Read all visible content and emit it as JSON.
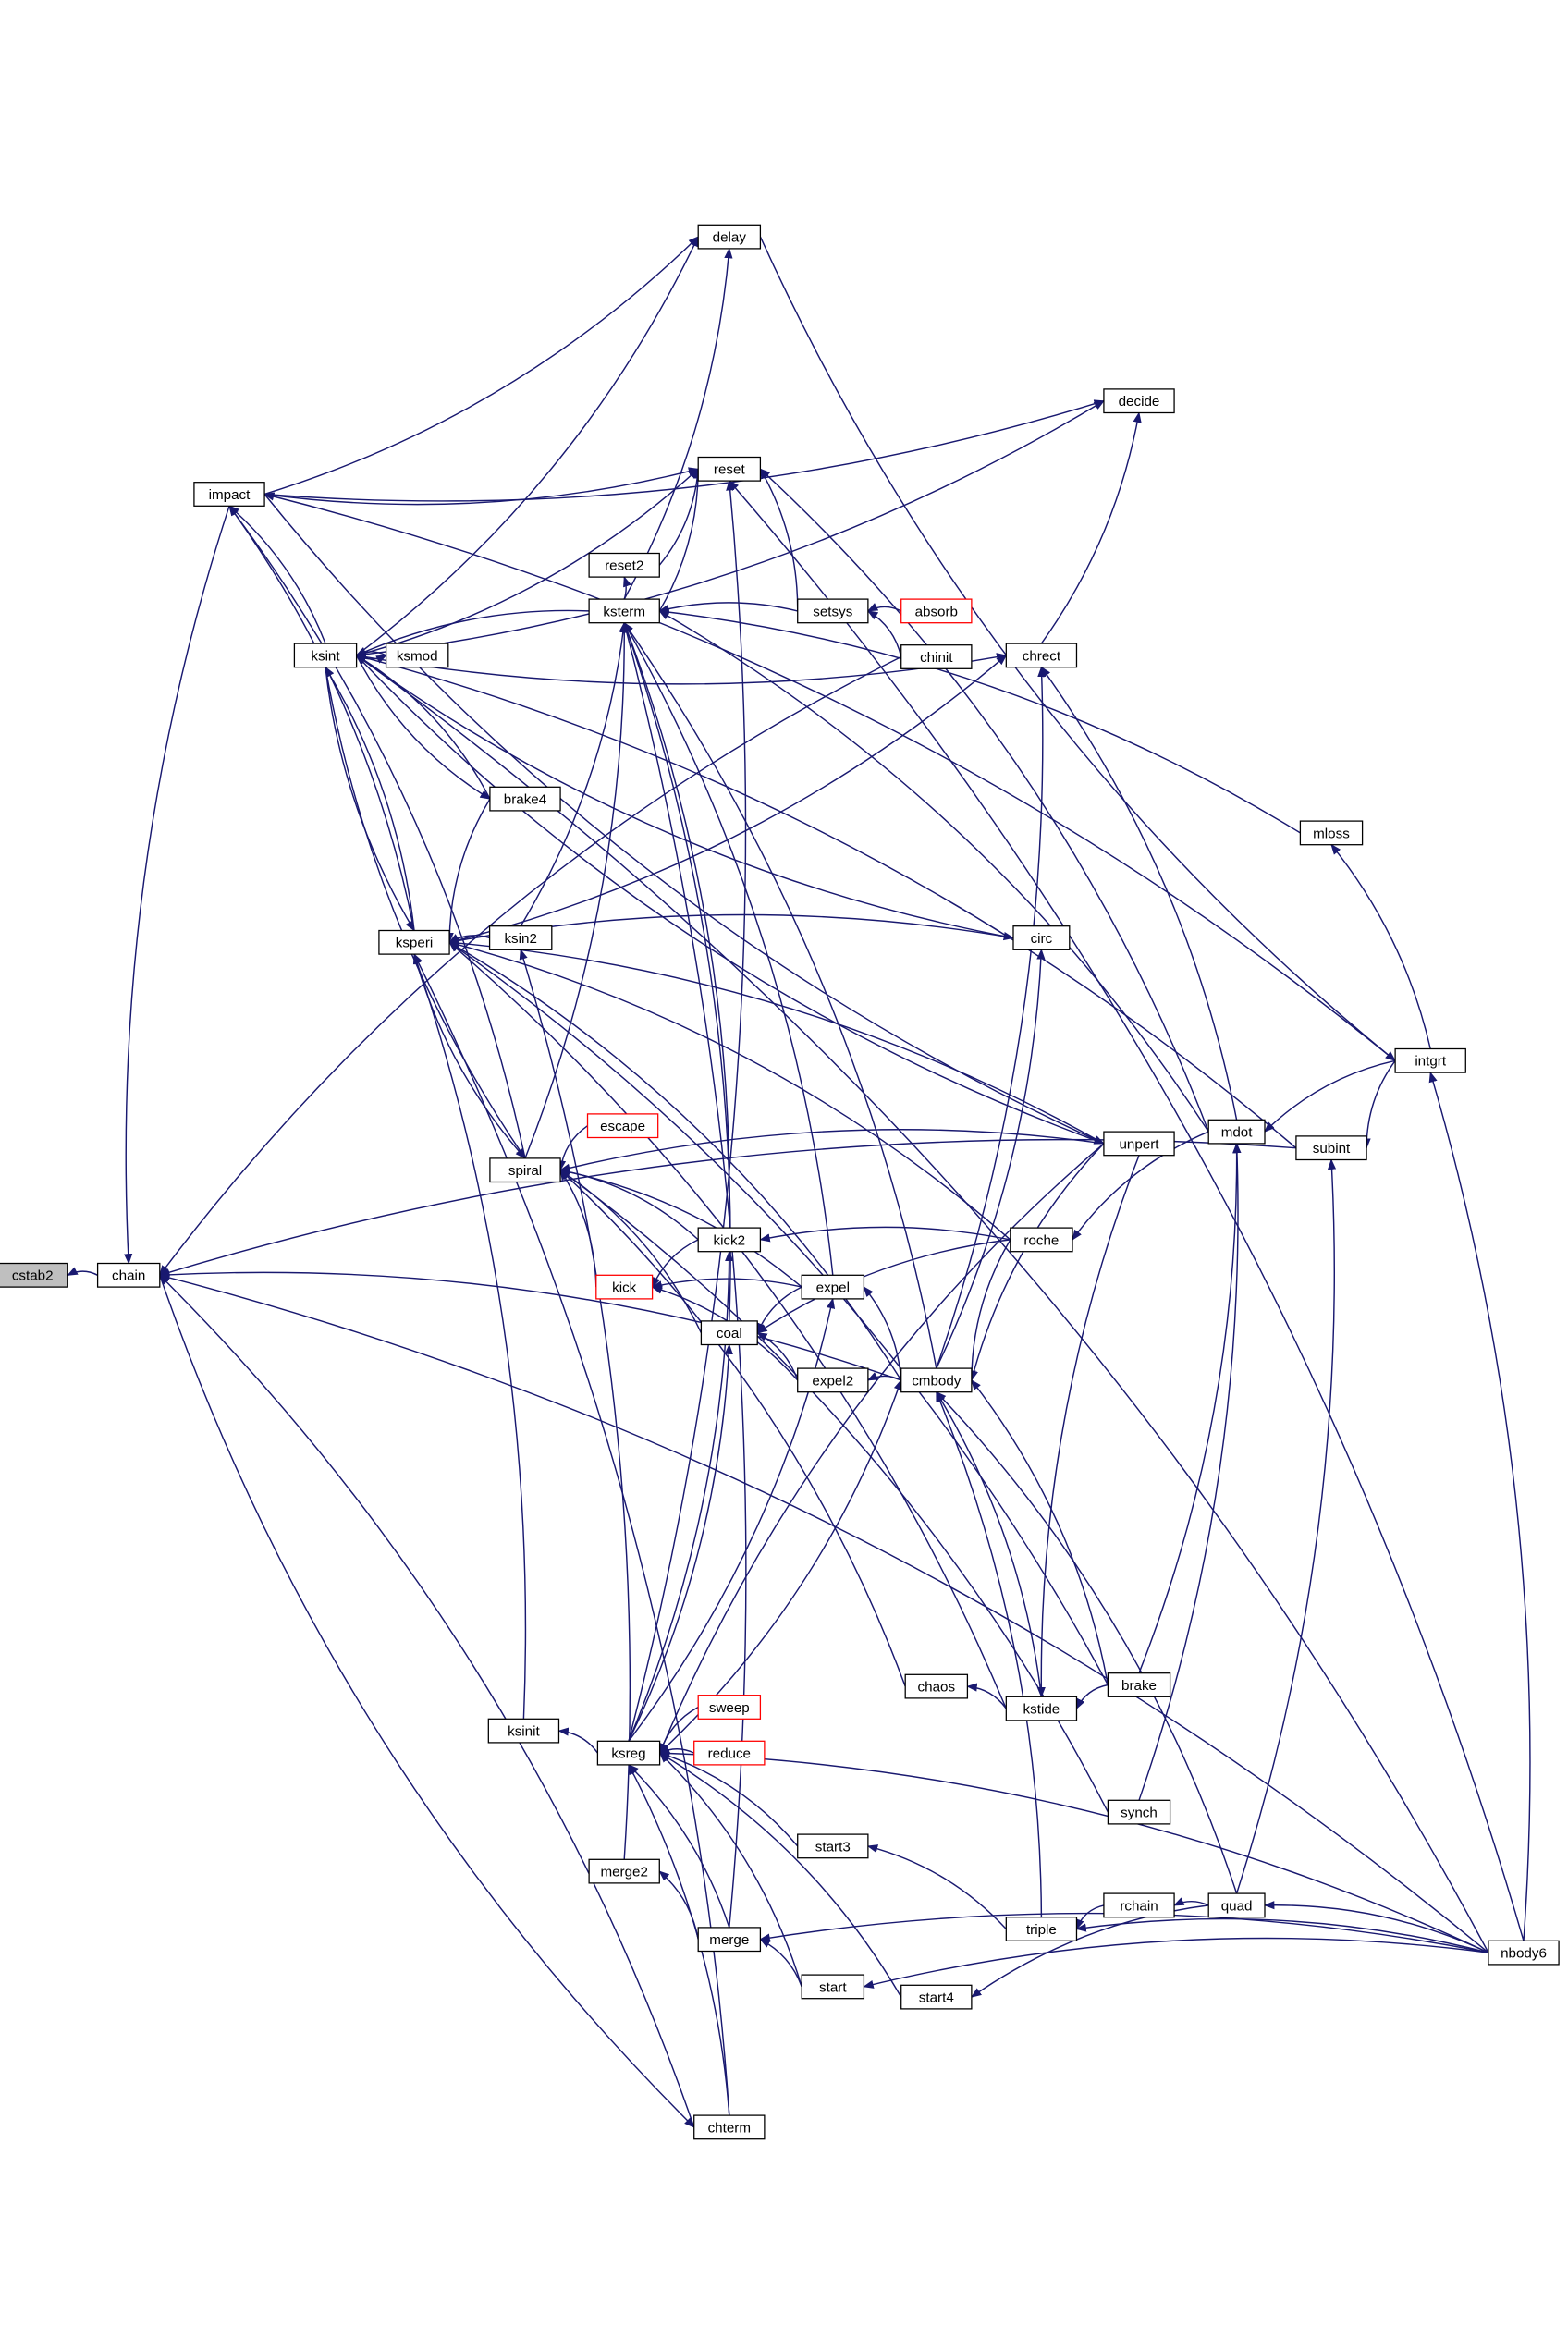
{
  "graph": {
    "colors": {
      "edge": "#191970",
      "node_border": "#000000",
      "root_fill": "#bfbfbf",
      "truncated_border": "#ff0000"
    },
    "nodes": [
      {
        "id": "cstab2",
        "label": "cstab2",
        "root": true
      },
      {
        "id": "chain",
        "label": "chain"
      },
      {
        "id": "impact",
        "label": "impact"
      },
      {
        "id": "ksint",
        "label": "ksint"
      },
      {
        "id": "ksmod",
        "label": "ksmod"
      },
      {
        "id": "brake4",
        "label": "brake4"
      },
      {
        "id": "ksperi",
        "label": "ksperi"
      },
      {
        "id": "ksin2",
        "label": "ksin2"
      },
      {
        "id": "spiral",
        "label": "spiral"
      },
      {
        "id": "escape",
        "label": "escape",
        "truncated": true
      },
      {
        "id": "kick",
        "label": "kick",
        "truncated": true
      },
      {
        "id": "ksinit",
        "label": "ksinit"
      },
      {
        "id": "ksreg",
        "label": "ksreg"
      },
      {
        "id": "merge2",
        "label": "merge2"
      },
      {
        "id": "merge",
        "label": "merge"
      },
      {
        "id": "chterm",
        "label": "chterm"
      },
      {
        "id": "delay",
        "label": "delay"
      },
      {
        "id": "reset",
        "label": "reset"
      },
      {
        "id": "reset2",
        "label": "reset2"
      },
      {
        "id": "ksterm",
        "label": "ksterm"
      },
      {
        "id": "setsys",
        "label": "setsys"
      },
      {
        "id": "absorb",
        "label": "absorb",
        "truncated": true
      },
      {
        "id": "chinit",
        "label": "chinit"
      },
      {
        "id": "chrect",
        "label": "chrect"
      },
      {
        "id": "decide",
        "label": "decide"
      },
      {
        "id": "circ",
        "label": "circ"
      },
      {
        "id": "kick2",
        "label": "kick2"
      },
      {
        "id": "expel",
        "label": "expel"
      },
      {
        "id": "coal",
        "label": "coal"
      },
      {
        "id": "expel2",
        "label": "expel2"
      },
      {
        "id": "cmbody",
        "label": "cmbody"
      },
      {
        "id": "roche",
        "label": "roche"
      },
      {
        "id": "unpert",
        "label": "unpert"
      },
      {
        "id": "mdot",
        "label": "mdot"
      },
      {
        "id": "mloss",
        "label": "mloss"
      },
      {
        "id": "subint",
        "label": "subint"
      },
      {
        "id": "intgrt",
        "label": "intgrt"
      },
      {
        "id": "chaos",
        "label": "chaos"
      },
      {
        "id": "kstide",
        "label": "kstide"
      },
      {
        "id": "brake",
        "label": "brake"
      },
      {
        "id": "sweep",
        "label": "sweep",
        "truncated": true
      },
      {
        "id": "reduce",
        "label": "reduce",
        "truncated": true
      },
      {
        "id": "start3",
        "label": "start3"
      },
      {
        "id": "synch",
        "label": "synch"
      },
      {
        "id": "triple",
        "label": "triple"
      },
      {
        "id": "rchain",
        "label": "rchain"
      },
      {
        "id": "quad",
        "label": "quad"
      },
      {
        "id": "start4",
        "label": "start4"
      },
      {
        "id": "start",
        "label": "start"
      },
      {
        "id": "nbody6",
        "label": "nbody6"
      }
    ],
    "edges": [
      [
        "chain",
        "cstab2"
      ],
      [
        "impact",
        "chain"
      ],
      [
        "subint",
        "chain"
      ],
      [
        "chinit",
        "chain"
      ],
      [
        "cmbody",
        "chain"
      ],
      [
        "chterm",
        "chain"
      ],
      [
        "nbody6",
        "chain"
      ],
      [
        "ksint",
        "impact"
      ],
      [
        "ksperi",
        "impact"
      ],
      [
        "spiral",
        "impact"
      ],
      [
        "intgrt",
        "impact"
      ],
      [
        "ksperi",
        "ksint"
      ],
      [
        "ksmod",
        "ksint"
      ],
      [
        "ksterm",
        "ksint"
      ],
      [
        "brake4",
        "ksint"
      ],
      [
        "impact",
        "delay"
      ],
      [
        "ksint",
        "delay"
      ],
      [
        "ksterm",
        "delay"
      ],
      [
        "delay",
        "intgrt"
      ],
      [
        "impact",
        "reset"
      ],
      [
        "ksint",
        "reset"
      ],
      [
        "ksterm",
        "reset"
      ],
      [
        "reset2",
        "reset"
      ],
      [
        "setsys",
        "reset"
      ],
      [
        "mdot",
        "reset"
      ],
      [
        "ksreg",
        "reset"
      ],
      [
        "nbody6",
        "reset"
      ],
      [
        "ksterm",
        "reset2"
      ],
      [
        "setsys",
        "ksterm"
      ],
      [
        "cmbody",
        "ksterm"
      ],
      [
        "kick2",
        "ksterm"
      ],
      [
        "expel",
        "ksterm"
      ],
      [
        "coal",
        "ksterm"
      ],
      [
        "merge",
        "ksterm"
      ],
      [
        "mdot",
        "ksterm"
      ],
      [
        "mloss",
        "ksterm"
      ],
      [
        "spiral",
        "ksterm"
      ],
      [
        "absorb",
        "setsys"
      ],
      [
        "chinit",
        "setsys"
      ],
      [
        "ksint",
        "chrect"
      ],
      [
        "ksperi",
        "chrect"
      ],
      [
        "cmbody",
        "chrect"
      ],
      [
        "mdot",
        "chrect"
      ],
      [
        "chrect",
        "decide"
      ],
      [
        "impact",
        "decide"
      ],
      [
        "ksint",
        "decide"
      ],
      [
        "ksint",
        "circ"
      ],
      [
        "circ",
        "ksperi"
      ],
      [
        "cmbody",
        "circ"
      ],
      [
        "ksin2",
        "ksperi"
      ],
      [
        "ksin2",
        "ksterm"
      ],
      [
        "merge2",
        "ksin2"
      ],
      [
        "ksperi",
        "spiral"
      ],
      [
        "ksint",
        "spiral"
      ],
      [
        "escape",
        "spiral"
      ],
      [
        "kick",
        "spiral"
      ],
      [
        "kick2",
        "spiral"
      ],
      [
        "expel",
        "spiral"
      ],
      [
        "coal",
        "spiral"
      ],
      [
        "unpert",
        "spiral"
      ],
      [
        "chaos",
        "spiral"
      ],
      [
        "synch",
        "spiral"
      ],
      [
        "kick2",
        "kick"
      ],
      [
        "expel",
        "kick"
      ],
      [
        "expel2",
        "kick"
      ],
      [
        "roche",
        "kick2"
      ],
      [
        "ksreg",
        "kick2"
      ],
      [
        "cmbody",
        "expel"
      ],
      [
        "ksreg",
        "expel"
      ],
      [
        "expel",
        "coal"
      ],
      [
        "roche",
        "coal"
      ],
      [
        "expel2",
        "coal"
      ],
      [
        "ksreg",
        "coal"
      ],
      [
        "cmbody",
        "expel2"
      ],
      [
        "kstide",
        "cmbody"
      ],
      [
        "brake",
        "cmbody"
      ],
      [
        "triple",
        "cmbody"
      ],
      [
        "quad",
        "cmbody"
      ],
      [
        "ksreg",
        "cmbody"
      ],
      [
        "roche",
        "cmbody"
      ],
      [
        "unpert",
        "cmbody"
      ],
      [
        "cmbody",
        "ksperi"
      ],
      [
        "mdot",
        "roche"
      ],
      [
        "roche",
        "ksperi"
      ],
      [
        "ksint",
        "unpert"
      ],
      [
        "impact",
        "unpert"
      ],
      [
        "unpert",
        "ksperi"
      ],
      [
        "intgrt",
        "mdot"
      ],
      [
        "brake",
        "mdot"
      ],
      [
        "synch",
        "mdot"
      ],
      [
        "intgrt",
        "mloss"
      ],
      [
        "intgrt",
        "subint"
      ],
      [
        "quad",
        "subint"
      ],
      [
        "subint",
        "ksint"
      ],
      [
        "nbody6",
        "intgrt"
      ],
      [
        "nbody6",
        "ksint"
      ],
      [
        "brake",
        "kstide"
      ],
      [
        "kstide",
        "chaos"
      ],
      [
        "unpert",
        "kstide"
      ],
      [
        "kstide",
        "ksperi"
      ],
      [
        "sweep",
        "ksreg"
      ],
      [
        "reduce",
        "ksreg"
      ],
      [
        "start3",
        "ksreg"
      ],
      [
        "start4",
        "ksreg"
      ],
      [
        "start",
        "ksreg"
      ],
      [
        "merge",
        "ksreg"
      ],
      [
        "chterm",
        "ksreg"
      ],
      [
        "nbody6",
        "ksreg"
      ],
      [
        "unpert",
        "ksreg"
      ],
      [
        "ksreg",
        "ksinit"
      ],
      [
        "ksinit",
        "ksperi"
      ],
      [
        "chterm",
        "ksperi"
      ],
      [
        "brake4",
        "ksperi"
      ],
      [
        "ksint",
        "ksperi"
      ],
      [
        "ksint",
        "ksmod"
      ],
      [
        "ksint",
        "brake4"
      ],
      [
        "merge",
        "merge2"
      ],
      [
        "start",
        "merge"
      ],
      [
        "nbody6",
        "merge"
      ],
      [
        "nbody6",
        "start"
      ],
      [
        "triple",
        "start3"
      ],
      [
        "rchain",
        "triple"
      ],
      [
        "nbody6",
        "triple"
      ],
      [
        "quad",
        "rchain"
      ],
      [
        "nbody6",
        "quad"
      ],
      [
        "quad",
        "start4"
      ],
      [
        "chain",
        "chterm"
      ],
      [
        "brake",
        "ksperi"
      ]
    ]
  }
}
